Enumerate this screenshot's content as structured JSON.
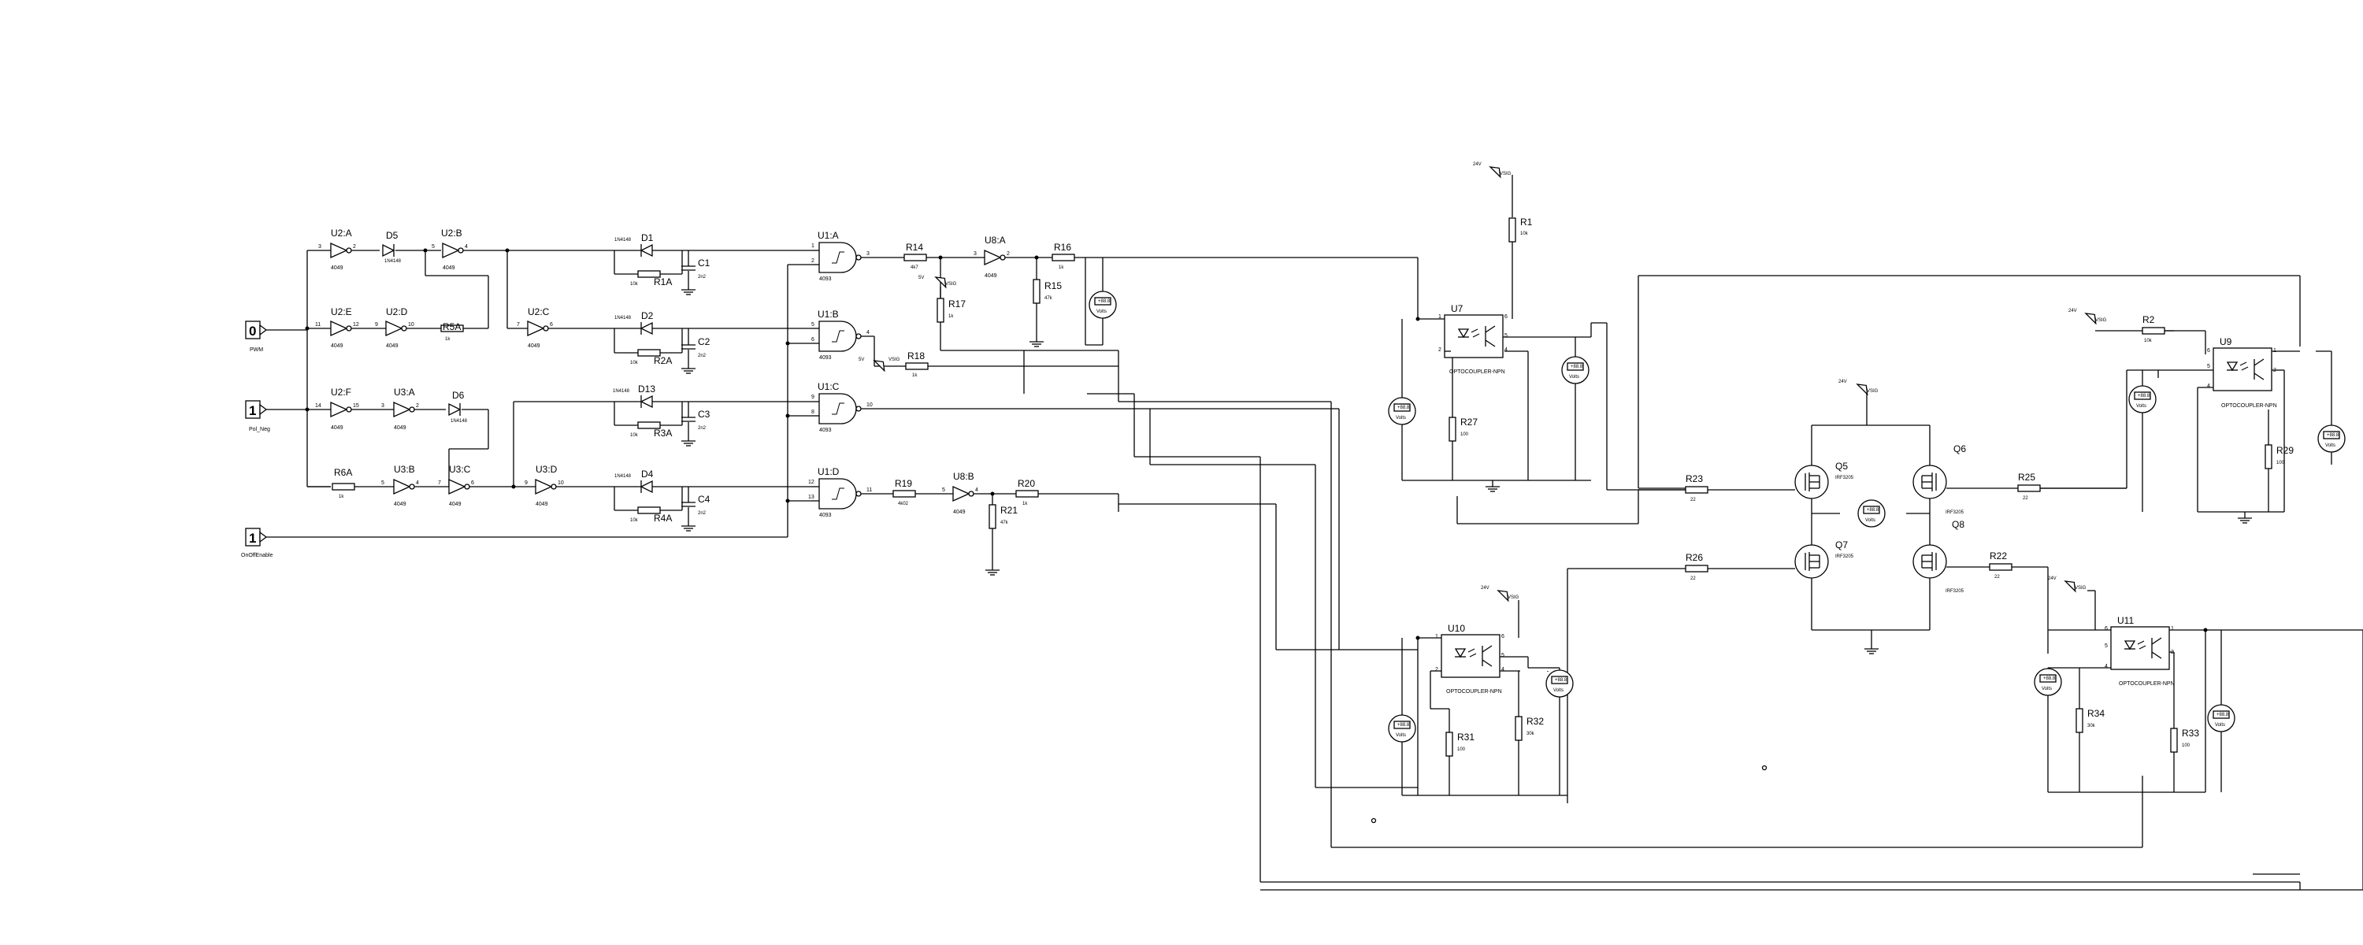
{
  "inputs": [
    {
      "value": "0",
      "name": "PWM"
    },
    {
      "value": "1",
      "name": "Pol_Neg"
    },
    {
      "value": "1",
      "name": "OnOffEnable"
    }
  ],
  "logic_gates": {
    "u2a": "U2:A",
    "u2b": "U2:B",
    "u2c": "U2:C",
    "u2d": "U2:D",
    "u2e": "U2:E",
    "u2f": "U2:F",
    "u3a": "U3:A",
    "u3b": "U3:B",
    "u3c": "U3:C",
    "u3d": "U3:D",
    "u8a": "U8:A",
    "u8b": "U8:B",
    "u1a": "U1:A",
    "u1b": "U1:B",
    "u1c": "U1:C",
    "u1d": "U1:D",
    "part_4049": "4049",
    "part_4093": "4093"
  },
  "diodes": {
    "d1": "D1",
    "d2": "D2",
    "d13": "D13",
    "d4": "D4",
    "d5": "D5",
    "d6": "D6",
    "part": "1N4148"
  },
  "resistors": {
    "r1": "R1",
    "r1a": "R1A",
    "r2": "R2",
    "r2a": "R2A",
    "r3a": "R3A",
    "r4a": "R4A",
    "r5a": "R5A",
    "r6a": "R6A",
    "r14": "R14",
    "r15": "R15",
    "r16": "R16",
    "r17": "R17",
    "r18": "R18",
    "r19": "R19",
    "r20": "R20",
    "r21": "R21",
    "r22": "R22",
    "r23": "R23",
    "r25": "R25",
    "r26": "R26",
    "r27": "R27",
    "r29": "R29",
    "r31": "R31",
    "r32": "R32",
    "r33": "R33",
    "r34": "R34"
  },
  "resistor_values": {
    "v10k": "10k",
    "v1k": "1k",
    "v4k7": "4k7",
    "v47k": "47k",
    "v4k02": "4k02",
    "v22": "22",
    "v100": "100",
    "v30k": "30k"
  },
  "capacitors": {
    "c1": "C1",
    "c2": "C2",
    "c3": "C3",
    "c4": "C4",
    "value": "2n2"
  },
  "transistors": {
    "q5": "Q5",
    "q6": "Q6",
    "q7": "Q7",
    "q8": "Q8",
    "part": "IRF3205"
  },
  "optocouplers": {
    "u7": "U7",
    "u9": "U9",
    "u10": "U10",
    "u11": "U11",
    "part": "OPTOCOUPLER-NPN"
  },
  "supplies": {
    "v24": "24V",
    "v5": "5V",
    "meter": "VSIG",
    "meter_display": "+88.8",
    "vdc": "Volts"
  },
  "pins": {
    "p1": "1",
    "p2": "2",
    "p3": "3",
    "p4": "4",
    "p5": "5",
    "p6": "6",
    "p7": "7",
    "p8": "8",
    "p9": "9",
    "p10": "10",
    "p11": "11",
    "p12": "12",
    "p13": "13",
    "p14": "14",
    "p15": "15"
  }
}
